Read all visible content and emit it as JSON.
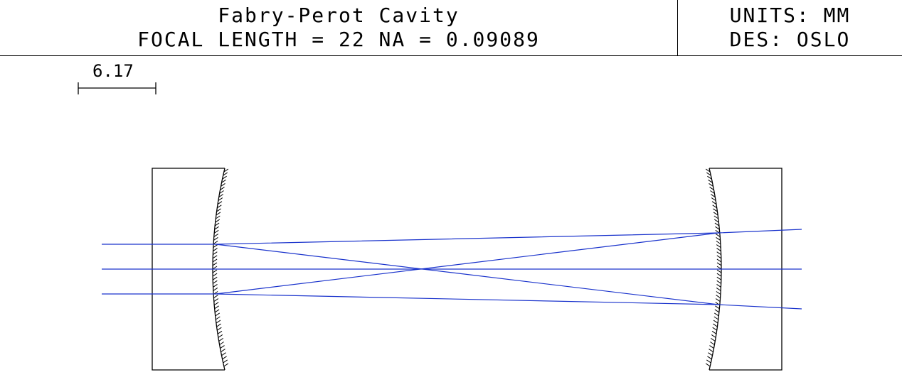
{
  "header": {
    "title": "Fabry-Perot Cavity",
    "subtitle": "FOCAL LENGTH = 22   NA = 0.09089",
    "units": "UNITS: MM",
    "designer": "DES: OSLO"
  },
  "scale_bar": {
    "label": "6.17"
  },
  "colors": {
    "ray": "#1a33cc",
    "outline": "#000000",
    "background": "#ffffff"
  }
}
